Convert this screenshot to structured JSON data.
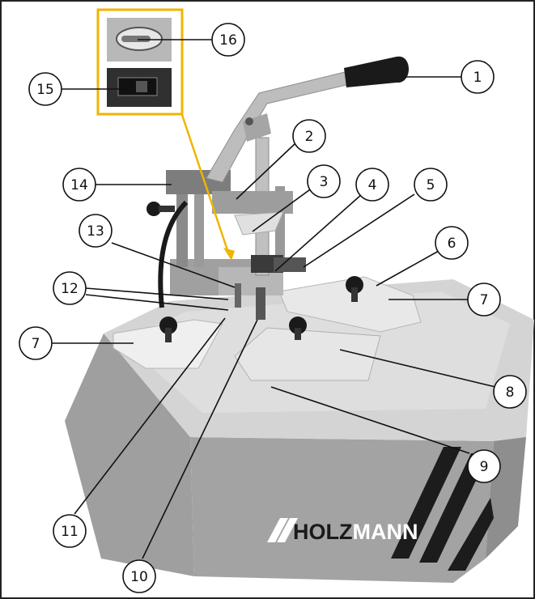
{
  "brand": {
    "name_dark": "HOLZ",
    "name_light": "MANN"
  },
  "callouts": [
    "1",
    "2",
    "3",
    "4",
    "5",
    "6",
    "7",
    "7",
    "8",
    "9",
    "10",
    "11",
    "12",
    "13",
    "14",
    "15",
    "16"
  ],
  "colors": {
    "highlight": "#f0b400",
    "machine_light": "#c9c9c9",
    "machine_mid": "#a9a9a9",
    "machine_dark": "#7a7a7a",
    "table_top": "#d9d9d9",
    "knob": "#1a1a1a"
  },
  "icons": [
    "rotary-switch-icon",
    "rocker-switch-icon"
  ]
}
